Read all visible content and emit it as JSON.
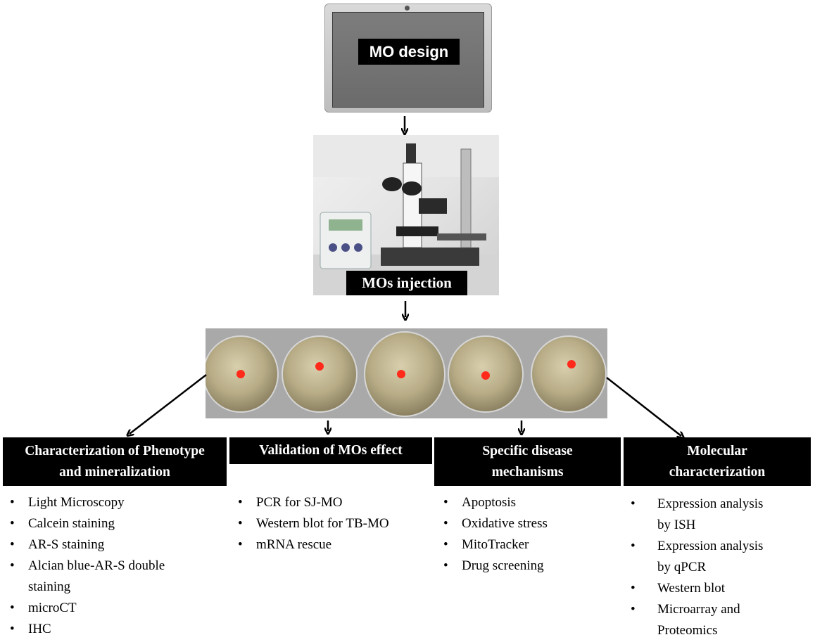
{
  "labels": {
    "mo_design": "MO design",
    "mos_injection": "MOs injection"
  },
  "categories": [
    {
      "title_lines": [
        "Characterization of Phenotype",
        "and mineralization"
      ],
      "items": [
        "Light Microscopy",
        "Calcein staining",
        "AR-S staining",
        "Alcian blue-AR-S double",
        "staining",
        "microCT",
        "IHC"
      ]
    },
    {
      "title_lines": [
        "Validation of MOs effect"
      ],
      "items": [
        "PCR for SJ-MO",
        "Western blot for TB-MO",
        "mRNA rescue"
      ]
    },
    {
      "title_lines": [
        "Specific disease",
        "mechanisms"
      ],
      "items": [
        "Apoptosis",
        "Oxidative stress",
        "MitoTracker",
        "Drug screening"
      ]
    },
    {
      "title_lines": [
        "Molecular",
        "characterization"
      ],
      "items": [
        "Expression analysis",
        "by ISH",
        "Expression analysis",
        "by qPCR",
        "Western blot",
        "Microarray and",
        "Proteomics"
      ]
    }
  ],
  "colors": {
    "label_bg": "#000000",
    "label_text": "#ffffff",
    "injection_dot": "#ff2a1a"
  },
  "icons": [
    "monitor-icon",
    "microscope-icon",
    "embryo-icon",
    "arrow-down-icon"
  ]
}
